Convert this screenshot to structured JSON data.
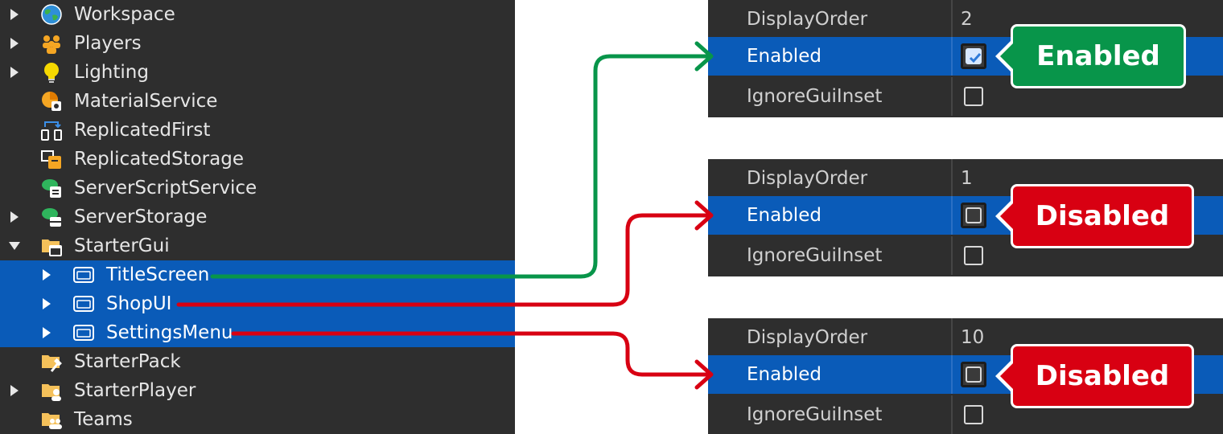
{
  "explorer": {
    "items": [
      {
        "label": "Workspace",
        "icon": "globe-icon",
        "expander": "collapsed",
        "selected": false
      },
      {
        "label": "Players",
        "icon": "players-icon",
        "expander": "collapsed",
        "selected": false
      },
      {
        "label": "Lighting",
        "icon": "lightbulb-icon",
        "expander": "collapsed",
        "selected": false
      },
      {
        "label": "MaterialService",
        "icon": "material-service-icon",
        "expander": "none",
        "selected": false
      },
      {
        "label": "ReplicatedFirst",
        "icon": "replicated-first-icon",
        "expander": "none",
        "selected": false
      },
      {
        "label": "ReplicatedStorage",
        "icon": "replicated-storage-icon",
        "expander": "none",
        "selected": false
      },
      {
        "label": "ServerScriptService",
        "icon": "server-script-service-icon",
        "expander": "none",
        "selected": false
      },
      {
        "label": "ServerStorage",
        "icon": "server-storage-icon",
        "expander": "collapsed",
        "selected": false
      },
      {
        "label": "StarterGui",
        "icon": "starter-gui-folder-icon",
        "expander": "expanded",
        "selected": false
      },
      {
        "label": "TitleScreen",
        "icon": "screen-gui-icon",
        "expander": "collapsed",
        "selected": true
      },
      {
        "label": "ShopUI",
        "icon": "screen-gui-icon",
        "expander": "collapsed",
        "selected": true
      },
      {
        "label": "SettingsMenu",
        "icon": "screen-gui-icon",
        "expander": "collapsed",
        "selected": true
      },
      {
        "label": "StarterPack",
        "icon": "starter-pack-folder-icon",
        "expander": "none",
        "selected": false
      },
      {
        "label": "StarterPlayer",
        "icon": "starter-player-folder-icon",
        "expander": "collapsed",
        "selected": false
      },
      {
        "label": "Teams",
        "icon": "teams-folder-icon",
        "expander": "none",
        "selected": false
      }
    ]
  },
  "properties": [
    {
      "display_order_label": "DisplayOrder",
      "display_order_value": "2",
      "enabled_label": "Enabled",
      "enabled_checked": true,
      "ignore_label": "IgnoreGuiInset",
      "ignore_checked": false
    },
    {
      "display_order_label": "DisplayOrder",
      "display_order_value": "1",
      "enabled_label": "Enabled",
      "enabled_checked": false,
      "ignore_label": "IgnoreGuiInset",
      "ignore_checked": false
    },
    {
      "display_order_label": "DisplayOrder",
      "display_order_value": "10",
      "enabled_label": "Enabled",
      "enabled_checked": false,
      "ignore_label": "IgnoreGuiInset",
      "ignore_checked": false
    }
  ],
  "callouts": [
    {
      "text": "Enabled",
      "color": "#08954a"
    },
    {
      "text": "Disabled",
      "color": "#d80012"
    },
    {
      "text": "Disabled",
      "color": "#d80012"
    }
  ],
  "colors": {
    "panel_bg": "#2e2e2e",
    "selection_blue": "#0a5bb8",
    "connector_green": "#08954a",
    "connector_red": "#d80012"
  }
}
